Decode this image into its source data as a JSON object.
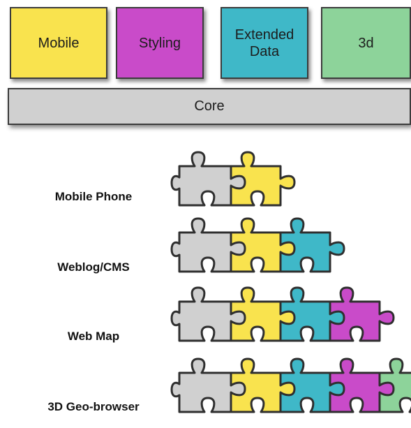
{
  "colors": {
    "mobile": "#f9e34e",
    "styling": "#c94bc9",
    "extended": "#3fb8c8",
    "three_d": "#8dd39a",
    "core": "#d0d0d0"
  },
  "modules": [
    {
      "key": "mobile",
      "label": "Mobile"
    },
    {
      "key": "styling",
      "label": "Styling"
    },
    {
      "key": "extended",
      "label": "Extended\nData"
    },
    {
      "key": "three_d",
      "label": "3d"
    }
  ],
  "core": {
    "label": "Core"
  },
  "rows": [
    {
      "label": "Mobile Phone",
      "pieces": [
        "core",
        "mobile"
      ]
    },
    {
      "label": "Weblog/CMS",
      "pieces": [
        "core",
        "mobile",
        "extended"
      ]
    },
    {
      "label": "Web Map",
      "pieces": [
        "core",
        "mobile",
        "extended",
        "styling"
      ]
    },
    {
      "label": "3D Geo-browser",
      "pieces": [
        "core",
        "mobile",
        "extended",
        "styling",
        "three_d"
      ]
    }
  ]
}
